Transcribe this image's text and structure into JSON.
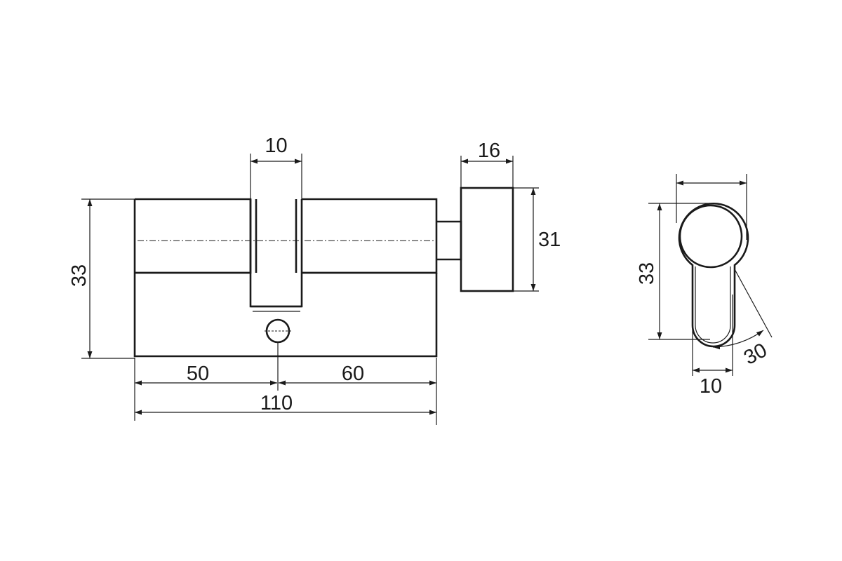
{
  "dimensions": {
    "keyhole_width": "10",
    "knob_width": "16",
    "knob_height": "31",
    "body_height_side": "33",
    "left_length": "50",
    "right_length": "60",
    "total_length": "110",
    "profile_height": "33",
    "profile_slot_width": "10",
    "profile_angle": "30"
  }
}
